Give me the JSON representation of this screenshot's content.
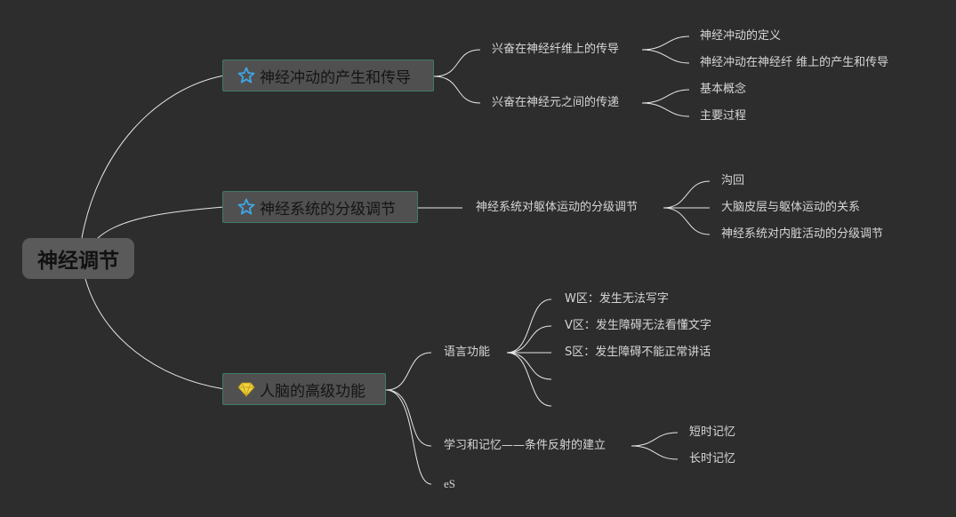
{
  "root": {
    "label": "神经调节"
  },
  "branches": [
    {
      "label": "神经冲动的产生和传导",
      "icon": "star-icon",
      "children": [
        {
          "label": "兴奋在神经纤维上的传导",
          "children": [
            "神经冲动的定义",
            "神经冲动在神经纤 维上的产生和传导"
          ]
        },
        {
          "label": "兴奋在神经元之间的传递",
          "children": [
            "基本概念",
            "主要过程"
          ]
        }
      ]
    },
    {
      "label": "神经系统的分级调节",
      "icon": "star-icon",
      "children": [
        {
          "label": "神经系统对躯体运动的分级调节",
          "children": [
            "沟回",
            "大脑皮层与躯体运动的关系",
            "神经系统对内脏活动的分级调节"
          ]
        }
      ]
    },
    {
      "label": "人脑的高级功能",
      "icon": "diamond-icon",
      "children": [
        {
          "label": "语言功能",
          "children": [
            "W区：发生无法写字",
            "V区：发生障碍无法看懂文字",
            "S区：发生障碍不能正常讲话",
            "",
            ""
          ]
        },
        {
          "label": "学习和记忆——条件反射的建立",
          "children": [
            "短时记忆",
            "长时记忆"
          ]
        },
        {
          "label": "eS",
          "children": []
        }
      ]
    }
  ],
  "colors": {
    "background": "#2d2d2d",
    "root_fill": "#5a5a5a",
    "node_fill": "#505050",
    "node_border": "#3f7a6a",
    "link": "#e6e6e6",
    "star": "#3ea6e8",
    "diamond": "#f2d13a"
  }
}
